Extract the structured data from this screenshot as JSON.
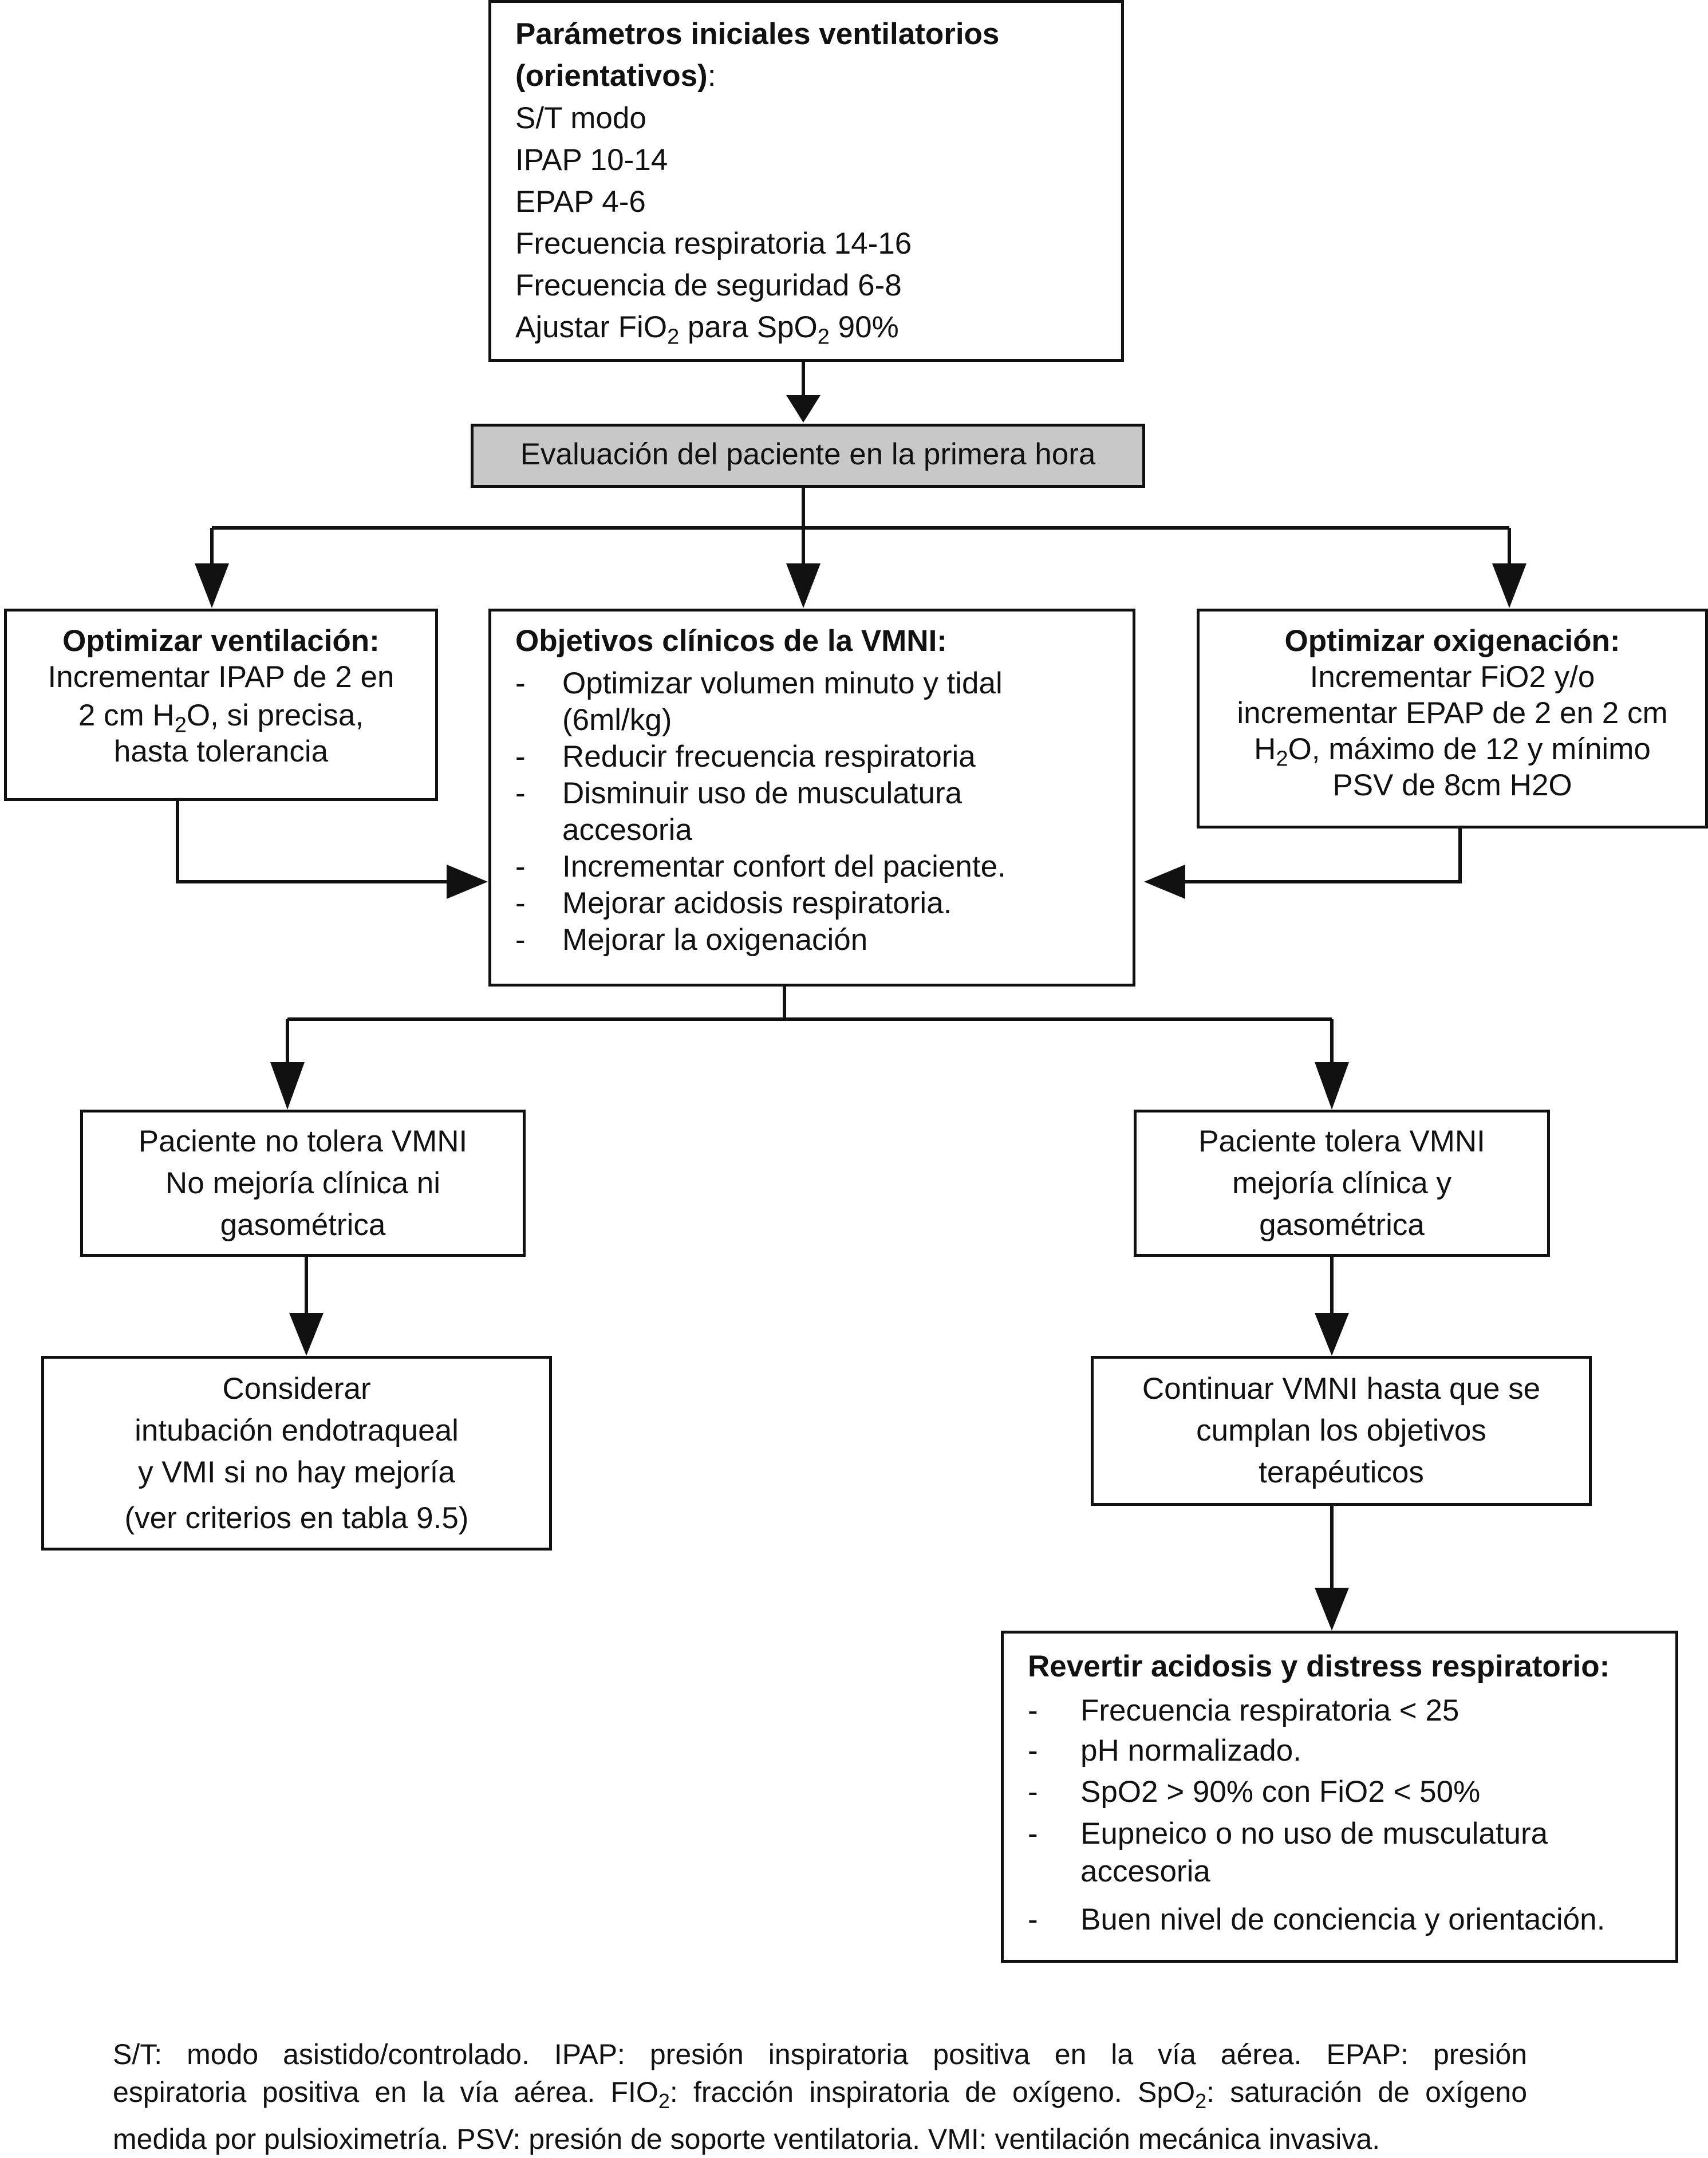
{
  "initial_params": {
    "title_line1": "Parámetros iniciales ventilatorios",
    "title_line2": "(orientativos)",
    "title_colon": ":",
    "lines": [
      "S/T modo",
      "IPAP 10-14",
      "EPAP 4-6",
      "Frecuencia respiratoria 14-16",
      "Frecuencia de seguridad 6-8"
    ],
    "fio2_line": {
      "a": "Ajustar FiO",
      "sub1": "2",
      "b": " para SpO",
      "sub2": "2",
      "c": " 90%"
    }
  },
  "evaluation": {
    "label": "Evaluación del paciente en la primera hora"
  },
  "optimize_ventilation": {
    "title": "Optimizar ventilación:",
    "line1": "Incrementar IPAP de 2 en",
    "line2a": "2 cm H",
    "line2sub": "2",
    "line2b": "O, si precisa,",
    "line3": "hasta tolerancia"
  },
  "objectives": {
    "title": "Objetivos clínicos de la VMNI:",
    "dash": "-",
    "items": [
      [
        "Optimizar volumen minuto y tidal",
        "(6ml/kg)"
      ],
      [
        "Reducir frecuencia respiratoria"
      ],
      [
        "Disminuir uso de musculatura",
        "accesoria"
      ],
      [
        "Incrementar confort del paciente."
      ],
      [
        "Mejorar acidosis respiratoria."
      ],
      [
        "Mejorar la oxigenación"
      ]
    ]
  },
  "optimize_oxygenation": {
    "title": "Optimizar oxigenación:",
    "line1": "Incrementar FiO2 y/o",
    "line2": "incrementar EPAP de 2 en 2 cm",
    "line3a": "H",
    "line3sub": "2",
    "line3b": "O, máximo de 12 y mínimo",
    "line4": "PSV de 8cm H2O"
  },
  "not_tolerate": {
    "lines": [
      "Paciente no tolera VMNI",
      "No mejoría clínica ni",
      "gasométrica"
    ]
  },
  "tolerate": {
    "lines": [
      "Paciente tolera VMNI",
      "mejoría clínica y",
      "gasométrica"
    ]
  },
  "consider_intubation": {
    "lines": [
      "Considerar",
      "intubación endotraqueal",
      "y VMI si no hay mejoría",
      "(ver criterios en tabla 9.5)"
    ]
  },
  "continue_vmni": {
    "lines": [
      "Continuar VMNI hasta que se",
      "cumplan los objetivos",
      "terapéuticos"
    ]
  },
  "revert": {
    "title": "Revertir acidosis y distress respiratorio:",
    "dash": "-",
    "items": [
      [
        "Frecuencia respiratoria < 25"
      ],
      [
        "pH normalizado."
      ],
      [
        "SpO2 > 90% con FiO2 < 50%"
      ],
      [
        "Eupneico o no uso de musculatura",
        "accesoria"
      ],
      [
        "Buen nivel de conciencia y orientación."
      ]
    ]
  },
  "footnote": {
    "l1": "S/T: modo asistido/controlado. IPAP: presión inspiratoria positiva en la vía aérea. EPAP: presión",
    "l2a": "espiratoria positiva en la vía aérea. FIO",
    "l2sub1": "2",
    "l2b": ": fracción inspiratoria de oxígeno. SpO",
    "l2sub2": "2",
    "l2c": ": saturación de oxígeno",
    "l3": "medida por pulsioximetría. PSV: presión de soporte ventilatoria. VMI: ventilación mecánica invasiva."
  }
}
